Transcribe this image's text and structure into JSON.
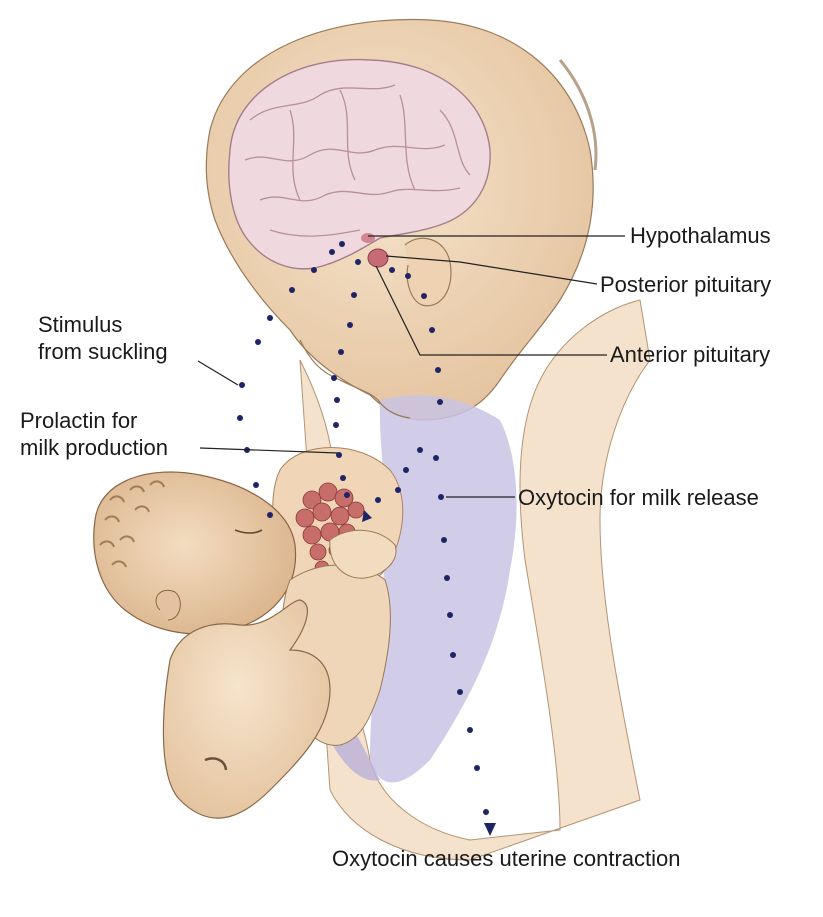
{
  "labels": {
    "hypothalamus": "Hypothalamus",
    "posterior_pituitary": "Posterior pituitary",
    "anterior_pituitary": "Anterior pituitary",
    "stimulus": [
      "Stimulus",
      "from suckling"
    ],
    "prolactin": [
      "Prolactin for",
      "milk production"
    ],
    "oxytocin_release": "Oxytocin for milk release",
    "oxytocin_uterine": "Oxytocin causes uterine contraction"
  },
  "colors": {
    "skin": "#f1d8b8",
    "skin_shadow": "#c9a07a",
    "outline": "#8a6a4a",
    "brain": "#ecd6dc",
    "brain_lines": "#b98e98",
    "gland": "#c8707a",
    "garment": "#c6c0e0",
    "dots": "#1f2466",
    "leader": "#222222"
  }
}
